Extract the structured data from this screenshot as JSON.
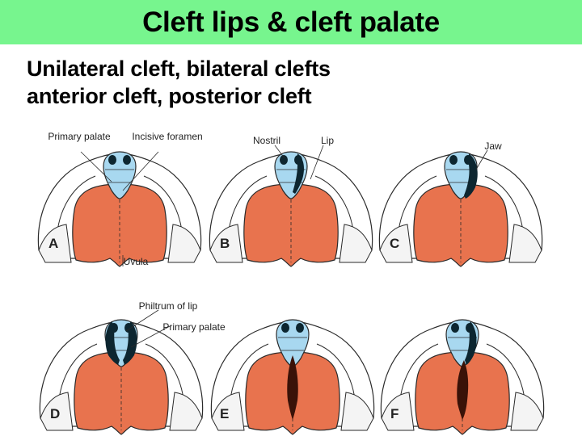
{
  "slide": {
    "title": "Cleft lips & cleft palate",
    "subtitle_line1": "Unilateral cleft, bilateral clefts",
    "subtitle_line2": "anterior cleft, posterior cleft"
  },
  "figure": {
    "colors": {
      "palate": "#e8734e",
      "premaxilla": "#a8d8f0",
      "cleft": "#0d2630",
      "outline": "#2a2a2a"
    },
    "panels": [
      {
        "letter": "A",
        "labels": [
          "Primary palate",
          "Incisive foramen",
          "Uvula"
        ]
      },
      {
        "letter": "B",
        "labels": [
          "Nostril",
          "Lip"
        ]
      },
      {
        "letter": "C",
        "labels": [
          "Jaw"
        ]
      },
      {
        "letter": "D",
        "labels": [
          "Philtrum of lip",
          "Primary palate"
        ]
      },
      {
        "letter": "E",
        "labels": []
      },
      {
        "letter": "F",
        "labels": []
      }
    ]
  }
}
